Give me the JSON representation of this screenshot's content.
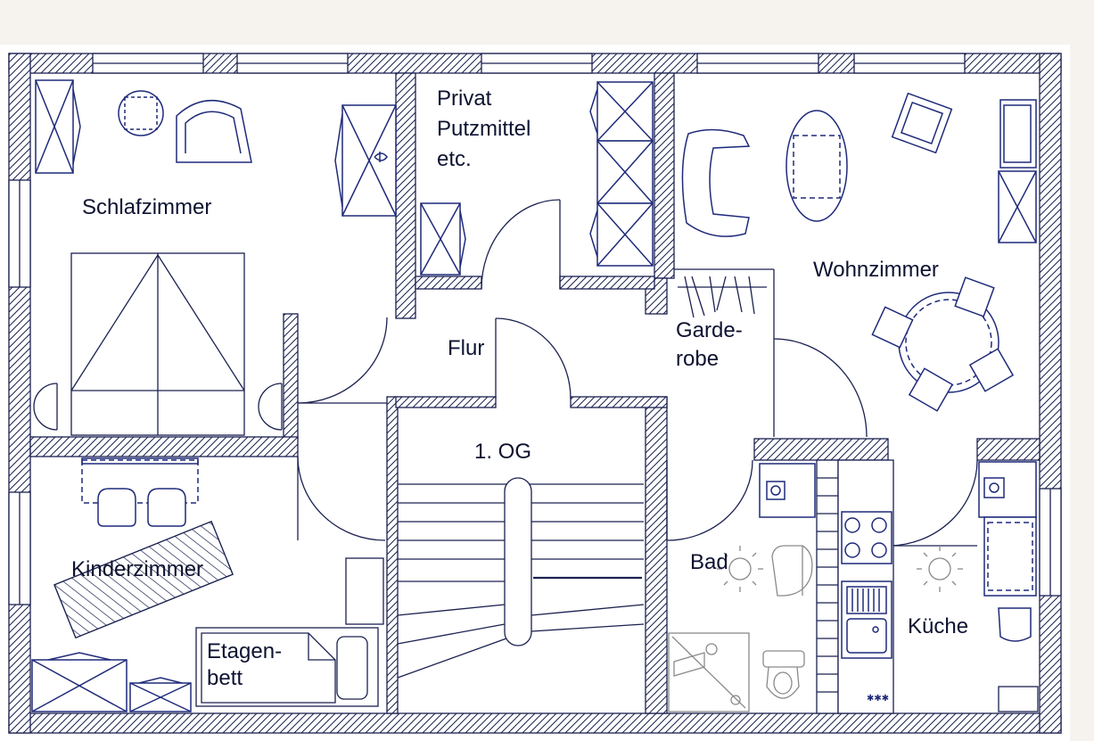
{
  "plan": {
    "floor": "1. OG",
    "rooms": {
      "schlafzimmer": "Schlafzimmer",
      "privat_line1": "Privat",
      "privat_line2": "Putzmittel",
      "privat_line3": "etc.",
      "wohnzimmer": "Wohnzimmer",
      "flur": "Flur",
      "garderobe_line1": "Garde-",
      "garderobe_line2": "robe",
      "kinderzimmer": "Kinderzimmer",
      "etagenbett_line1": "Etagen-",
      "etagenbett_line2": "bett",
      "bad": "Bad",
      "kueche": "Küche"
    }
  }
}
